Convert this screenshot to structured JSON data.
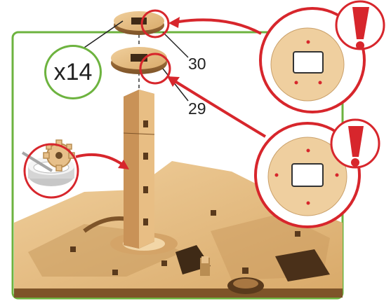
{
  "quantity_badge": {
    "text": "x14",
    "border_color": "#6db33f"
  },
  "part_labels": [
    {
      "number": "30"
    },
    {
      "number": "29"
    }
  ],
  "callouts": [
    {
      "icon": "exclamation-icon",
      "holes": 3
    },
    {
      "icon": "exclamation-icon",
      "holes": 4
    }
  ],
  "colors": {
    "frame_border": "#6db33f",
    "callout_red": "#d7262c",
    "wood": "#e7c08a",
    "wood_dark": "#b98d52"
  }
}
